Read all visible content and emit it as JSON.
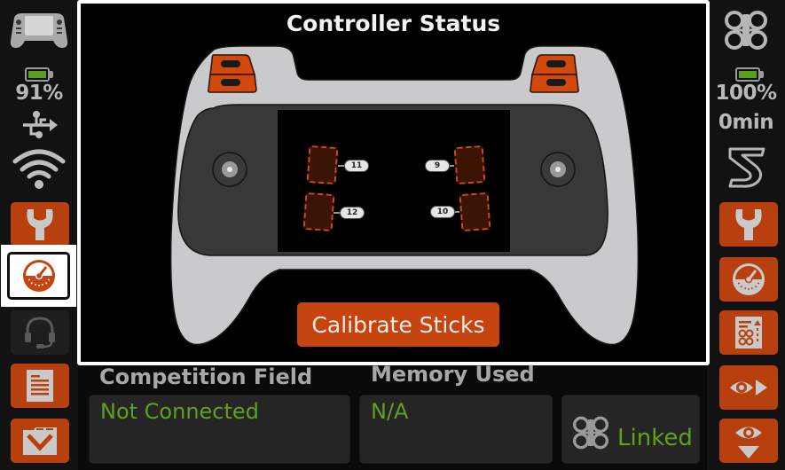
{
  "left_sidebar": {
    "controller_icon": "handheld-controller-icon",
    "battery_percent": "91%",
    "battery_color": "#5a9e1e",
    "usb_icon": "usb-icon",
    "wifi_icon": "wifi-icon",
    "buttons": [
      {
        "name": "settings",
        "icon": "wrench-icon",
        "state": "normal"
      },
      {
        "name": "dashboard",
        "icon": "gauge-icon",
        "state": "selected"
      },
      {
        "name": "support",
        "icon": "headset-icon",
        "state": "disabled"
      },
      {
        "name": "programs",
        "icon": "document-icon",
        "state": "normal"
      },
      {
        "name": "files",
        "icon": "folder-down-icon",
        "state": "normal"
      }
    ]
  },
  "right_sidebar": {
    "robot_icon": "robot-brain-icon",
    "battery_percent": "100%",
    "runtime": "0min",
    "track_icon": "track-5-icon",
    "buttons": [
      {
        "name": "robot-settings",
        "icon": "wrench-icon"
      },
      {
        "name": "robot-dashboard",
        "icon": "gauge-icon"
      },
      {
        "name": "robot-program-info",
        "icon": "program-info-icon"
      },
      {
        "name": "view-right",
        "icon": "eye-arrow-right-icon"
      },
      {
        "name": "view-down",
        "icon": "eye-arrow-down-icon"
      }
    ]
  },
  "main": {
    "title": "Controller Status",
    "calibrate_label": "Calibrate Sticks",
    "stick_labels": {
      "top_left": "11",
      "bottom_left": "12",
      "top_right": "9",
      "bottom_right": "10"
    },
    "accent_color": "#c5440f"
  },
  "bottom": {
    "competition_label": "Competition Field",
    "competition_value": "Not Connected",
    "memory_label": "Memory Used",
    "memory_value": "N/A",
    "link_status": "Linked",
    "status_color": "#5fa01f"
  }
}
